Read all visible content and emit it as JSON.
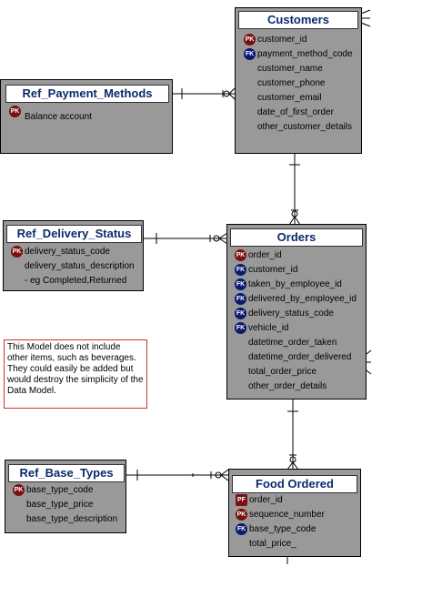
{
  "entities": {
    "customers": {
      "title": "Customers",
      "attributes": [
        {
          "key": "PK",
          "name": "customer_id"
        },
        {
          "key": "FK",
          "name": "payment_method_code"
        },
        {
          "key": "",
          "name": "customer_name"
        },
        {
          "key": "",
          "name": "customer_phone"
        },
        {
          "key": "",
          "name": "customer_email"
        },
        {
          "key": "",
          "name": "date_of_first_order"
        },
        {
          "key": "",
          "name": "other_customer_details"
        }
      ]
    },
    "ref_payment_methods": {
      "title": "Ref_Payment_Methods",
      "attributes": [
        {
          "key": "PK",
          "name": "Balance account"
        }
      ]
    },
    "ref_delivery_status": {
      "title": "Ref_Delivery_Status",
      "attributes": [
        {
          "key": "PK",
          "name": "delivery_status_code"
        },
        {
          "key": "",
          "name": "delivery_status_description"
        },
        {
          "key": "",
          "name": "- eg Completed,Returned"
        }
      ]
    },
    "orders": {
      "title": "Orders",
      "attributes": [
        {
          "key": "PK",
          "name": "order_id"
        },
        {
          "key": "FK",
          "name": "customer_id"
        },
        {
          "key": "FK",
          "name": "taken_by_employee_id"
        },
        {
          "key": "FK",
          "name": "delivered_by_employee_id"
        },
        {
          "key": "FK",
          "name": "delivery_status_code"
        },
        {
          "key": "FK",
          "name": "vehicle_id"
        },
        {
          "key": "",
          "name": "datetime_order_taken"
        },
        {
          "key": "",
          "name": "datetime_order_delivered"
        },
        {
          "key": "",
          "name": "total_order_price"
        },
        {
          "key": "",
          "name": "other_order_details"
        }
      ]
    },
    "ref_base_types": {
      "title": "Ref_Base_Types",
      "attributes": [
        {
          "key": "PK",
          "name": "base_type_code"
        },
        {
          "key": "",
          "name": "base_type_price"
        },
        {
          "key": "",
          "name": "base_type_description"
        }
      ]
    },
    "food_ordered": {
      "title": "Food Ordered",
      "attributes": [
        {
          "key": "PF",
          "name": "order_id"
        },
        {
          "key": "PK",
          "name": "sequence_number"
        },
        {
          "key": "FK",
          "name": "base_type_code"
        },
        {
          "key": "",
          "name": "total_price_"
        }
      ]
    }
  },
  "note": {
    "text": "This Model does not include other items, such as beverages. They could easily be added but would destroy the simplicity of the Data Model."
  },
  "colors": {
    "entity_fill": "#999999",
    "title_text": "#0b2a6e",
    "pk_badge": "#7a1010",
    "fk_badge": "#0b1a6e",
    "note_border": "#cc3333"
  }
}
